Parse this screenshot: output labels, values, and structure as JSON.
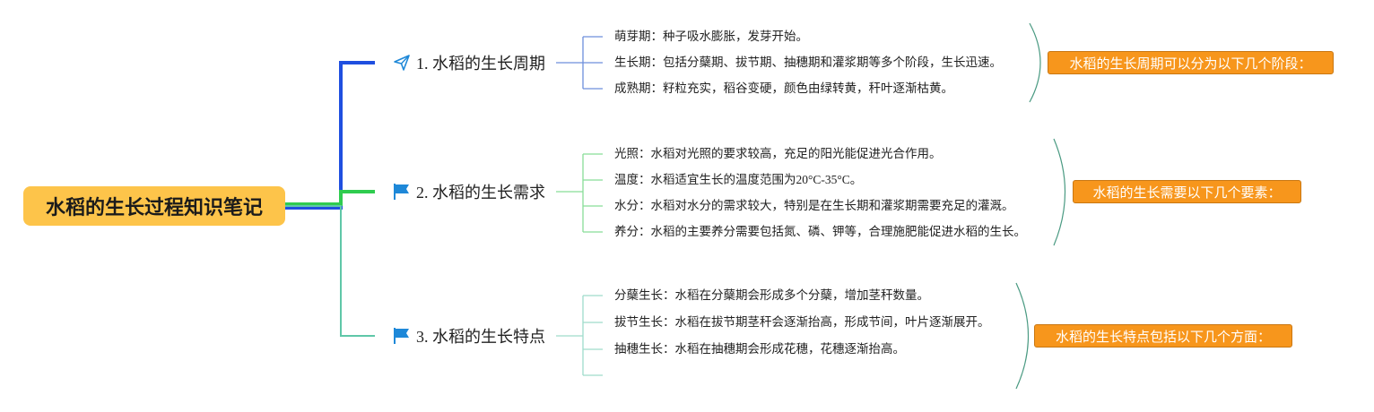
{
  "root": {
    "title": "水稻的生长过程知识笔记"
  },
  "branches": [
    {
      "label": "1. 水稻的生长周期",
      "icon": "paper-plane-icon",
      "color": "#1f4fe0",
      "leaves": [
        "萌芽期：种子吸水膨胀，发芽开始。",
        "生长期：包括分蘖期、拔节期、抽穗期和灌浆期等多个阶段，生长迅速。",
        "成熟期：籽粒充实，稻谷变硬，颜色由绿转黄，秆叶逐渐枯黄。"
      ],
      "summary": "水稻的生长周期可以分为以下几个阶段："
    },
    {
      "label": "2. 水稻的生长需求",
      "icon": "flag-icon",
      "color": "#2fcc4f",
      "leaves": [
        "光照：水稻对光照的要求较高，充足的阳光能促进光合作用。",
        "温度：水稻适宜生长的温度范围为20°C-35°C。",
        "水分：水稻对水分的需求较大，特别是在生长期和灌浆期需要充足的灌溉。",
        "养分：水稻的主要养分需要包括氮、磷、钾等，合理施肥能促进水稻的生长。"
      ],
      "summary": "水稻的生长需要以下几个要素："
    },
    {
      "label": "3. 水稻的生长特点",
      "icon": "flag-icon",
      "color": "#5fc7a8",
      "leaves": [
        "分蘖生长：水稻在分蘖期会形成多个分蘖，增加茎秆数量。",
        "拔节生长：水稻在拔节期茎秆会逐渐抬高，形成节间，叶片逐渐展开。",
        "抽穗生长：水稻在抽穗期会形成花穗，花穗逐渐抬高。",
        ""
      ],
      "summary": "水稻的生长特点包括以下几个方面："
    }
  ],
  "colors": {
    "root_fill": "#fdc44a",
    "summary_fill": "#f7961c",
    "icon_blue": "#1e88d8"
  }
}
